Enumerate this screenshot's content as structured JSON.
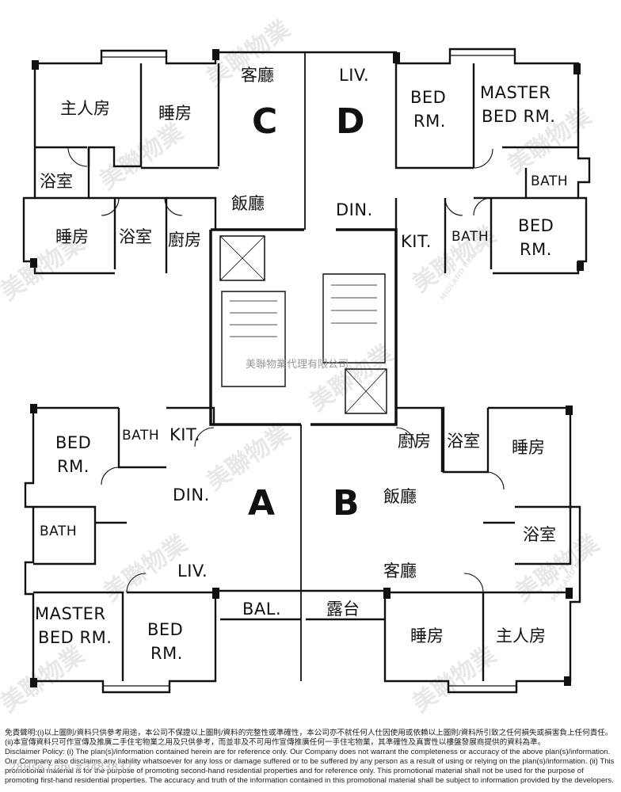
{
  "agent_watermark": "美聯物業代理有限公司",
  "watermark": {
    "brand_cn": "美聯物業",
    "brand_en": "MIDLAND REALTY"
  },
  "units": {
    "a": "A",
    "b": "B",
    "c": "C",
    "d": "D"
  },
  "rooms": {
    "c_master": "主人房",
    "c_bed1": "睡房",
    "c_bath": "浴室",
    "c_bed2": "睡房",
    "c_bath2": "浴室",
    "c_kitchen": "廚房",
    "c_dining": "飯廳",
    "c_living": "客廳",
    "d_living": "LIV.",
    "d_bed": "BED RM.",
    "d_master": "MASTER BED RM.",
    "d_bath": "BATH",
    "d_dining": "DIN.",
    "d_kitchen": "KIT.",
    "d_bath2": "BATH",
    "d_bed2": "BED RM.",
    "a_bed": "BED RM.",
    "a_bath": "BATH",
    "a_kitchen": "KIT.",
    "a_dining": "DIN.",
    "a_bath2": "BATH",
    "a_living": "LIV.",
    "a_master": "MASTER BED RM.",
    "a_bed2": "BED RM.",
    "a_balcony": "BAL.",
    "b_kitchen": "廚房",
    "b_bath": "浴室",
    "b_bed": "睡房",
    "b_dining": "飯廳",
    "b_bath2": "浴室",
    "b_living": "客廳",
    "b_balcony": "露台",
    "b_bed2": "睡房",
    "b_master": "主人房"
  },
  "disclaimer": {
    "line_cn": "免責聲明:(i)以上圖則/資料只供參考用途，本公司不保證以上圖則/資料的完整性或準確性，本公司亦不就任何人仕因使用或依賴以上圖則/資料所引致之任何損失或損害負上任何責任。(ii)本宣傳資料只可作宣傳及推廣二手住宅物業之用及只供參考，而並非及不可用作宣傳推廣任何一手住宅物業，其準確性及真實性以樓盤發展商提供的資料為準。",
    "line_en": "Disclaimer Policy: (i) The plan(s)/information contained herein are for reference only. Our Company does not warrant the completeness or accuracy of the above plan(s)/information. Our Company also disclaims any liability whatsoever for any loss or damage suffered or to be suffered by any person as a result of using or relying on the plan(s)/information. (ii) This promotional material is for the purpose of promoting second-hand residential properties and for reference only. This promotional material shall not be used for the purpose of promoting first-hand residential properties. The accuracy and truth of the information contained in this promotional material shall be subject to information provided by the developers."
  },
  "site_mark": "28Hse.com #3483832"
}
